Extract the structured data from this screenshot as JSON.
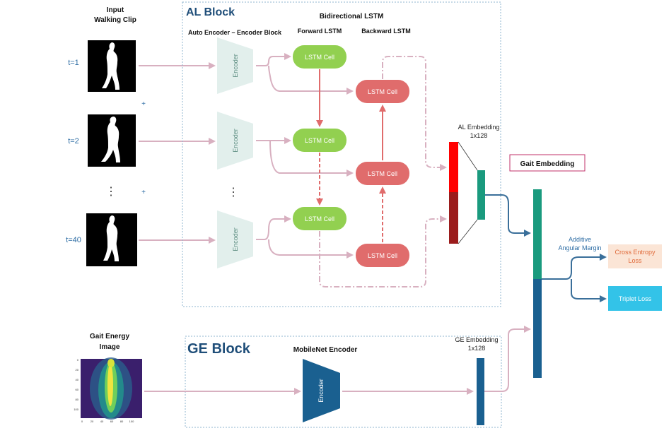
{
  "input_clip": {
    "title_line1": "Input",
    "title_line2": "Walking Clip",
    "times": [
      "t=1",
      "t=2",
      "t=40"
    ],
    "ellipsis": "⋮",
    "plus": "+"
  },
  "al_block": {
    "title": "AL Block",
    "bilstm_title": "Bidirectional LSTM",
    "ae_title": "Auto Encoder – Encoder Block",
    "forward_title": "Forward LSTM",
    "backward_title": "Backward LSTM",
    "encoder_label": "Encoder",
    "lstm_label": "LSTM Cell",
    "ellipsis": "⋮",
    "embedding_line1": "AL Embedding",
    "embedding_line2": "1x128"
  },
  "gait_embedding": {
    "label": "Gait Embedding"
  },
  "heads": {
    "margin_line1": "Additive",
    "margin_line2": "Angular Margin",
    "ce_line1": "Cross Entropy",
    "ce_line2": "Loss",
    "triplet": "Triplet Loss"
  },
  "ge_block": {
    "input_line1": "Gait Energy",
    "input_line2": "Image",
    "title": "GE Block",
    "mobilenet_title": "MobileNet Encoder",
    "encoder_label": "Encoder",
    "embedding_line1": "GE Embedding",
    "embedding_line2": "1x128",
    "y_ticks": [
      "0",
      "20",
      "40",
      "60",
      "80",
      "100"
    ],
    "x_ticks": [
      "0",
      "20",
      "40",
      "60",
      "80",
      "100"
    ]
  },
  "colors": {
    "lstm_forward": "#92d050",
    "lstm_backward": "#e06c6c",
    "encoder": "#e2efec",
    "arrow": "#d8b0c0",
    "red_arrow": "#e06c6c",
    "al_emb_top": "#ff0000",
    "al_emb_bottom": "#9b1c1c",
    "teal": "#1a9a7e",
    "navy": "#1a6090",
    "ce_box": "#fbe5d6",
    "triplet_box": "#33c3e8"
  }
}
